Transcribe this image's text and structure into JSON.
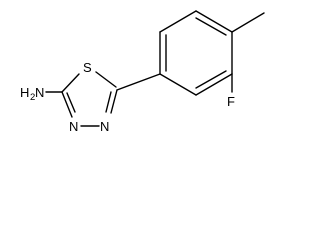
{
  "molecule": {
    "atoms": {
      "amine_h": "H",
      "amine_sub": "2",
      "amine_n": "N",
      "sulfur": "S",
      "ring_n1": "N",
      "ring_n2": "N",
      "fluorine": "F"
    }
  }
}
